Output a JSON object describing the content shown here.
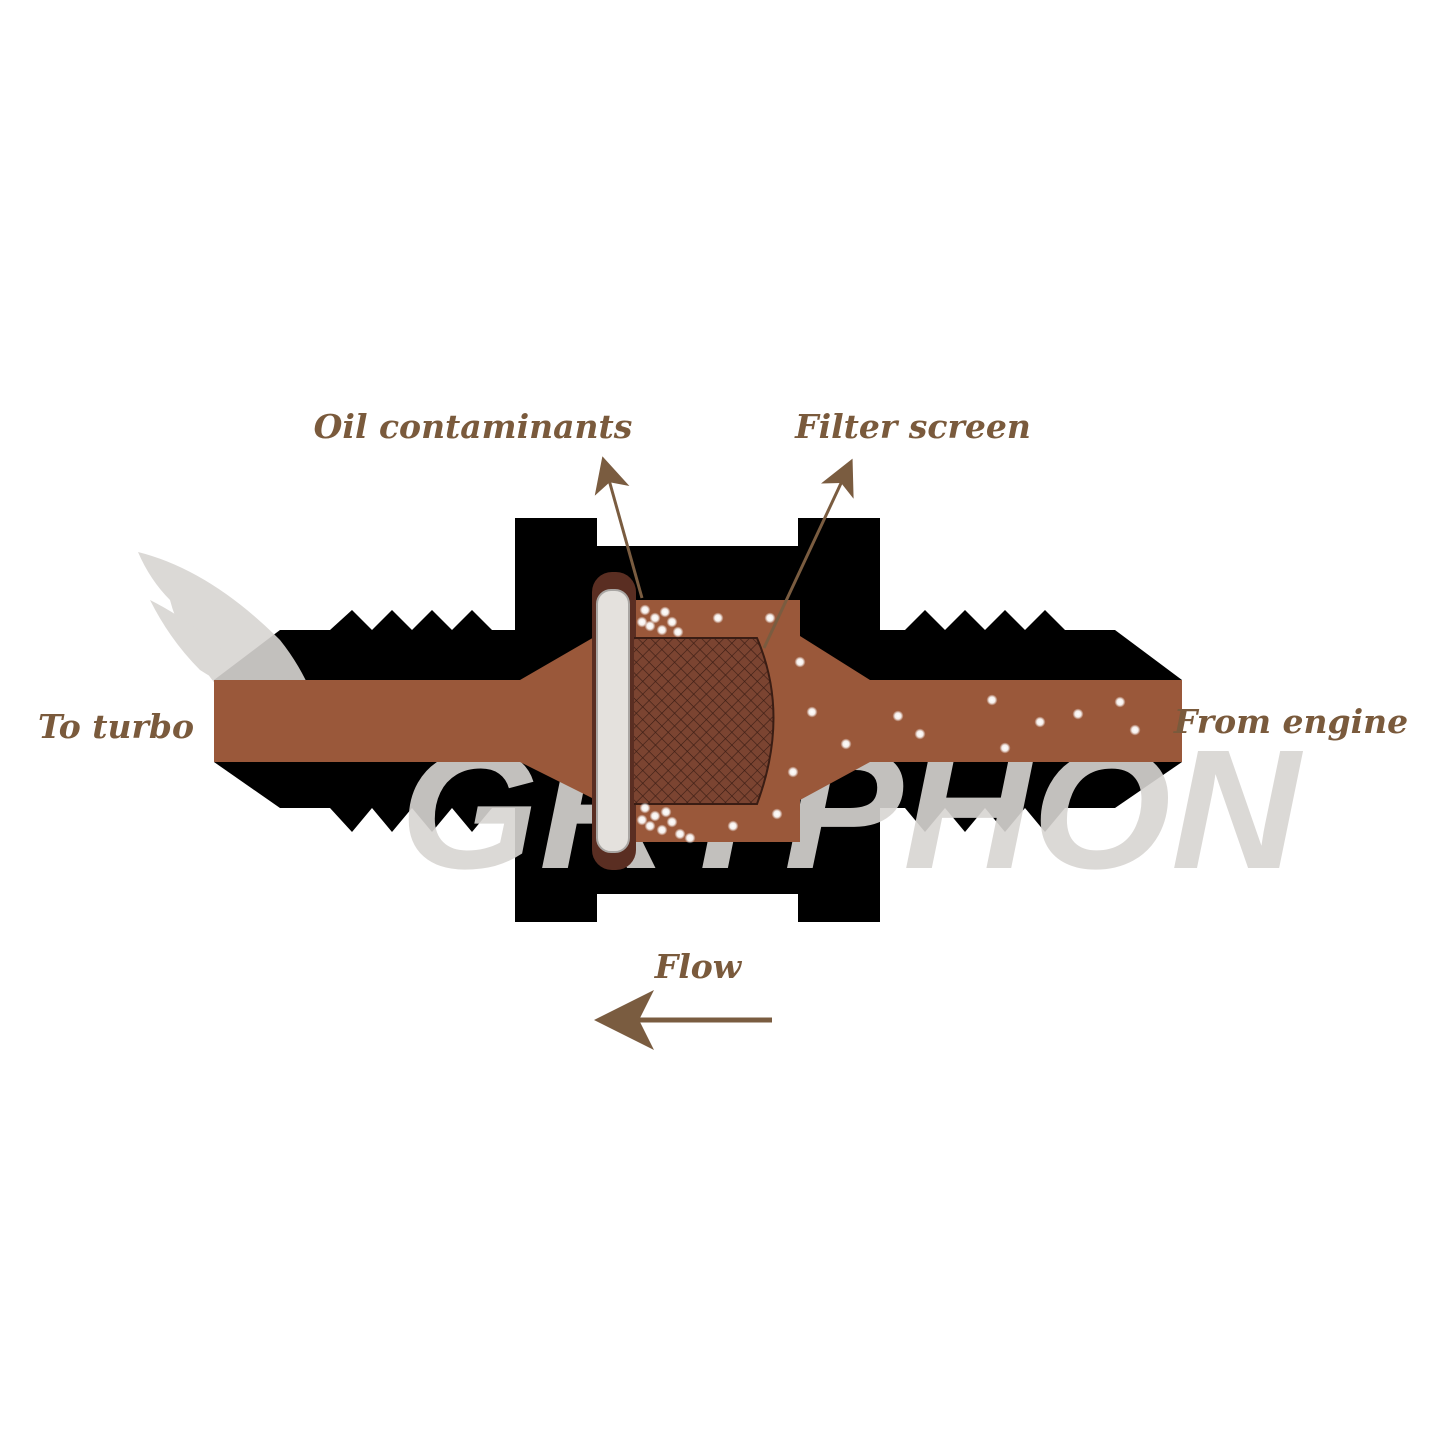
{
  "labels": {
    "oil_contaminants": "Oil contaminants",
    "filter_screen": "Filter screen",
    "to_turbo": "To turbo",
    "from_engine": "From engine",
    "flow": "Flow"
  },
  "watermark": {
    "text": "GRYPHON"
  },
  "colors": {
    "body": "#000000",
    "oil": "#9a583a",
    "label": "#7a5a3c",
    "arrow": "#7a5c40",
    "oring": "#5a2e22",
    "seal": "#e4e1dd",
    "mesh": "#7b4431",
    "mesh_line": "#3a1d14",
    "watermark": "#d8d5d2"
  }
}
